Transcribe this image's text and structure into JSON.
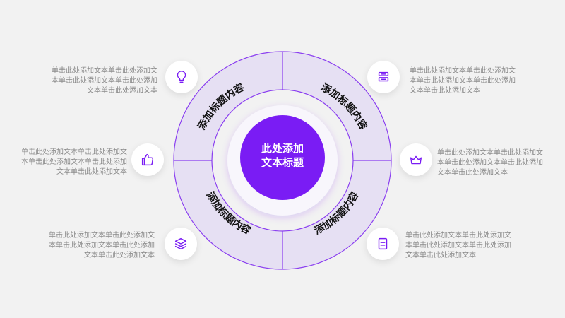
{
  "center": {
    "line1": "此处添加",
    "line2": "文本标题"
  },
  "segments": [
    {
      "label": "添加标题内容"
    },
    {
      "label": "添加标题内容"
    },
    {
      "label": "添加标题内容"
    },
    {
      "label": "添加标题内容"
    }
  ],
  "items": [
    {
      "icon": "lightbulb-icon",
      "text": "单击此处添加文本单击此处添加文本单击此处添加文本单击此处添加文本单击此处添加文本"
    },
    {
      "icon": "thumbs-up-icon",
      "text": "单击此处添加文本单击此处添加文本单击此处添加文本单击此处添加文本单击此处添加文本"
    },
    {
      "icon": "layers-icon",
      "text": "单击此处添加文本单击此处添加文本单击此处添加文本单击此处添加文本单击此处添加文本"
    },
    {
      "icon": "books-icon",
      "text": "单击此处添加文本单击此处添加文本单击此处添加文本单击此处添加文本单击此处添加文本"
    },
    {
      "icon": "crown-icon",
      "text": "单击此处添加文本单击此处添加文本单击此处添加文本单击此处添加文本单击此处添加文本"
    },
    {
      "icon": "document-icon",
      "text": "单击此处添加文本单击此处添加文本单击此处添加文本单击此处添加文本单击此处添加文本"
    }
  ],
  "colors": {
    "accent": "#7a1cf4",
    "ring_fill": "#e6e0f3",
    "ring_stroke": "#8a3ef0",
    "text_gray": "#8a8a8a"
  }
}
